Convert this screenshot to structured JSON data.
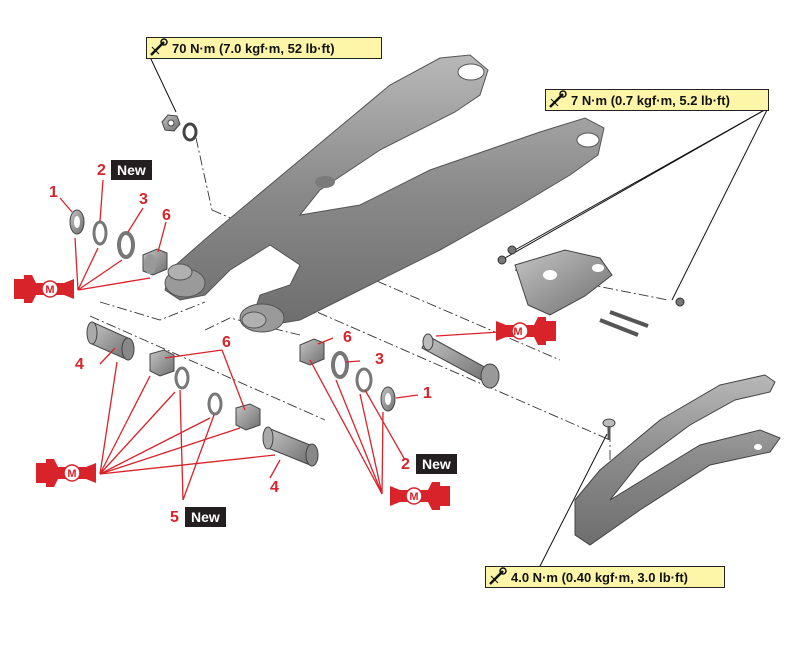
{
  "torque_specs": {
    "pivot_nut": "70 N·m (7.0 kgf·m, 52 lb·ft)",
    "guide_bolts": "7 N·m (0.7 kgf·m, 5.2 lb·ft)",
    "slider_screw": "4.0 N·m (0.40 kgf·m, 3.0 lb·ft)"
  },
  "parts": {
    "p1": "1",
    "p2": "2",
    "p3": "3",
    "p4": "4",
    "p5": "5",
    "p6": "6"
  },
  "new_label": "New",
  "lube_symbol": "M",
  "colors": {
    "accent_red": "#d8232a",
    "torque_bg": "#fdf6a8",
    "part_gray": "#8c8c8c",
    "badge_bg": "#231f20"
  },
  "icons": [
    "torque-wrench-icon",
    "lube-applicator-icon"
  ]
}
